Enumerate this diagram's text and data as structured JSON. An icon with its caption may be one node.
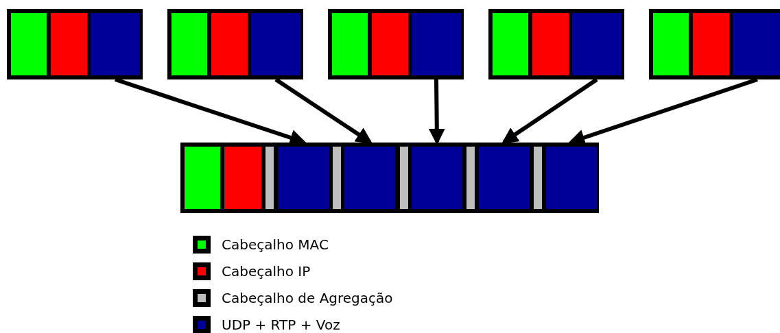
{
  "diagram": {
    "nodes": [
      {
        "text": [],
        "shape": "box"
      },
      {
        "text": [],
        "shape": "box"
      },
      {
        "text": [],
        "shape": "box"
      },
      {
        "text": [],
        "shape": "box"
      },
      {
        "text": [],
        "shape": "box"
      },
      {
        "text": [],
        "shape": "box",
        "in": 0
      },
      {
        "text": [],
        "shape": "box",
        "in": 1
      },
      {
        "text": [],
        "shape": "box",
        "in": 2
      },
      {
        "text": [],
        "shape": "box",
        "in": 3
      },
      {
        "text": [],
        "shape": "box",
        "in": 4
      },
      {
        "text": [],
        "shape": "box"
      },
      {
        "text": [],
        "shape": "box",
        "in": 10
      },
      {
        "text": [],
        "shape": "box",
        "in": 10
      },
      {
        "text": [],
        "shape": "box",
        "in": 10
      },
      {
        "text": [],
        "shape": "box",
        "in": 10
      },
      {
        "text": [],
        "shape": "box",
        "in": 10
      }
    ],
    "edges": [
      {
        "from": 5,
        "to": 11,
        "arrow": "to"
      },
      {
        "from": 6,
        "to": 12,
        "arrow": "to"
      },
      {
        "from": 7,
        "to": 13,
        "arrow": "to"
      },
      {
        "from": 8,
        "to": 14,
        "arrow": "to"
      },
      {
        "from": 9,
        "to": 15,
        "arrow": "to"
      }
    ],
    "legend": [
      {
        "text": "Cabeçalho MAC",
        "color": "#00ff00"
      },
      {
        "text": "Cabeçalho IP",
        "color": "#ff0000"
      },
      {
        "text": "Cabeçalho de Agregação",
        "color": "#bebebe"
      },
      {
        "text": "UDP + RTP + Voz",
        "color": "#000099"
      }
    ]
  }
}
